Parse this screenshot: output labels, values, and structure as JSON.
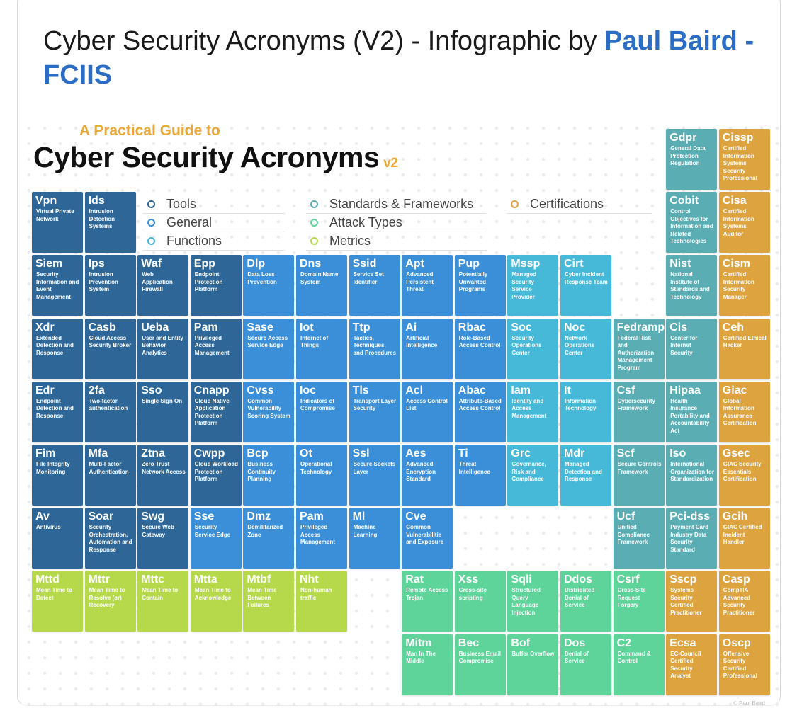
{
  "post": {
    "title": "Cyber Security Acronyms (V2) - Infographic by ",
    "author": "Paul Baird - FCIIS"
  },
  "infographic": {
    "guide": "A Practical Guide to",
    "title": "Cyber Security Acronyms",
    "version": "v2",
    "copyright": "© Paul Baird",
    "legend": [
      {
        "label": "Tools",
        "cat": "T"
      },
      {
        "label": "General",
        "cat": "G"
      },
      {
        "label": "Functions",
        "cat": "F"
      },
      {
        "label": "Standards & Frameworks",
        "cat": "S"
      },
      {
        "label": "Attack Types",
        "cat": "A"
      },
      {
        "label": "Metrics",
        "cat": "M"
      },
      {
        "label": "Certifications",
        "cat": "C"
      }
    ],
    "colors": {
      "T": "#2e6797",
      "G": "#3a8fd8",
      "F": "#46b8d8",
      "S": "#5aadb3",
      "A": "#5ed49a",
      "M": "#b6d94c",
      "C": "#dca33f"
    },
    "rows": [
      [
        null,
        null,
        null,
        null,
        null,
        null,
        null,
        null,
        null,
        null,
        null,
        null,
        [
          "Gdpr",
          "General Data Protection Regulation",
          "S"
        ],
        [
          "Cissp",
          "Certified Information Systems Security Professional",
          "C"
        ]
      ],
      [
        [
          "Vpn",
          "Virtual Private Network",
          "T"
        ],
        [
          "Ids",
          "Intrusion Detection Systems",
          "T"
        ],
        null,
        null,
        null,
        null,
        null,
        null,
        null,
        null,
        null,
        null,
        [
          "Cobit",
          "Control Objectives for Information and Related Technologies",
          "S"
        ],
        [
          "Cisa",
          "Certified Information Systems Auditor",
          "C"
        ]
      ],
      [
        [
          "Siem",
          "Security Information and Event Management",
          "T"
        ],
        [
          "Ips",
          "Intrusion Prevention System",
          "T"
        ],
        [
          "Waf",
          "Web Application Firewall",
          "T"
        ],
        [
          "Epp",
          "Endpoint Protection Platform",
          "T"
        ],
        [
          "Dlp",
          "Data Loss Prevention",
          "G"
        ],
        [
          "Dns",
          "Domain Name System",
          "G"
        ],
        [
          "Ssid",
          "Service Set Identifier",
          "G"
        ],
        [
          "Apt",
          "Advanced Persistent Threat",
          "G"
        ],
        [
          "Pup",
          "Potentially Unwanted Programs",
          "G"
        ],
        [
          "Mssp",
          "Managed Security Service Provider",
          "F"
        ],
        [
          "Cirt",
          "Cyber Incident Response Team",
          "F"
        ],
        null,
        [
          "Nist",
          "National Institute of Standards and Technology",
          "S"
        ],
        [
          "Cism",
          "Certified Information Security Manager",
          "C"
        ]
      ],
      [
        [
          "Xdr",
          "Extended Detection and Response",
          "T"
        ],
        [
          "Casb",
          "Cloud Access Security Broker",
          "T"
        ],
        [
          "Ueba",
          "User and Entity Behavior Analytics",
          "T"
        ],
        [
          "Pam",
          "Privileged Access Management",
          "T"
        ],
        [
          "Sase",
          "Secure Access Service Edge",
          "G"
        ],
        [
          "Iot",
          "Internet of Things",
          "G"
        ],
        [
          "Ttp",
          "Tactics, Techniques, and Procedures",
          "G"
        ],
        [
          "Ai",
          "Artificial Intelligence",
          "G"
        ],
        [
          "Rbac",
          "Role-Based Access Control",
          "G"
        ],
        [
          "Soc",
          "Security Operations Center",
          "F"
        ],
        [
          "Noc",
          "Network Operations Center",
          "F"
        ],
        [
          "Fedramp",
          "Federal Risk and Authorization Management Program",
          "S"
        ],
        [
          "Cis",
          "Center for Internet Security",
          "S"
        ],
        [
          "Ceh",
          "Certified Ethical Hacker",
          "C"
        ]
      ],
      [
        [
          "Edr",
          "Endpoint Detection and Response",
          "T"
        ],
        [
          "2fa",
          "Two-factor authentication",
          "T"
        ],
        [
          "Sso",
          "Single Sign On",
          "T"
        ],
        [
          "Cnapp",
          "Cloud Native Application Protection Platform",
          "T"
        ],
        [
          "Cvss",
          "Common Vulnerability Scoring System",
          "G"
        ],
        [
          "Ioc",
          "Indicators of Compromise",
          "G"
        ],
        [
          "Tls",
          "Transport Layer Security",
          "G"
        ],
        [
          "Acl",
          "Access Control List",
          "G"
        ],
        [
          "Abac",
          "Attribute-Based Access Control",
          "G"
        ],
        [
          "Iam",
          "Identity and Access Management",
          "F"
        ],
        [
          "It",
          "Information Technology",
          "F"
        ],
        [
          "Csf",
          "Cybersecurity Framework",
          "S"
        ],
        [
          "Hipaa",
          "Health Insurance Portability and Accountability Act",
          "S"
        ],
        [
          "Giac",
          "Global Information Assurance Certification",
          "C"
        ]
      ],
      [
        [
          "Fim",
          "File Integrity Monitoring",
          "T"
        ],
        [
          "Mfa",
          "Multi-Factor Authentication",
          "T"
        ],
        [
          "Ztna",
          "Zero Trust Network Access",
          "T"
        ],
        [
          "Cwpp",
          "Cloud Workload Protection Platform",
          "T"
        ],
        [
          "Bcp",
          "Business Continuity Planning",
          "G"
        ],
        [
          "Ot",
          "Operational Technology",
          "G"
        ],
        [
          "Ssl",
          "Secure Sockets Layer",
          "G"
        ],
        [
          "Aes",
          "Advanced Encryption Standard",
          "G"
        ],
        [
          "Ti",
          "Threat Intelligence",
          "G"
        ],
        [
          "Grc",
          "Governance, Risk and Compliance",
          "F"
        ],
        [
          "Mdr",
          "Managed Detection and Response",
          "F"
        ],
        [
          "Scf",
          "Secure Controls Framework",
          "S"
        ],
        [
          "Iso",
          "International Organization for Standardization",
          "S"
        ],
        [
          "Gsec",
          "GIAC Security Essentials Certification",
          "C"
        ]
      ],
      [
        [
          "Av",
          "Antivirus",
          "T"
        ],
        [
          "Soar",
          "Security Orchestration, Automation and Response",
          "T"
        ],
        [
          "Swg",
          "Secure Web Gateway",
          "T"
        ],
        [
          "Sse",
          "Security Service Edge",
          "G"
        ],
        [
          "Dmz",
          "Demilitarized Zone",
          "G"
        ],
        [
          "Pam",
          "Privileged Access Management",
          "G"
        ],
        [
          "Ml",
          "Machine Learning",
          "G"
        ],
        [
          "Cve",
          "Common Vulnerabilitie and Exposure",
          "G"
        ],
        null,
        null,
        null,
        [
          "Ucf",
          "Unified Compliance Framework",
          "S"
        ],
        [
          "Pci-dss",
          "Payment Card Industry Data Security Standard",
          "S"
        ],
        [
          "Gcih",
          "GIAC Certified Incident Handler",
          "C"
        ]
      ],
      [
        [
          "Mttd",
          "Mean Time to Detect",
          "M"
        ],
        [
          "Mttr",
          "Mean Time to Resolve (or) Recovery",
          "M"
        ],
        [
          "Mttc",
          "Mean Time to Contain",
          "M"
        ],
        [
          "Mtta",
          "Mean Time to Acknowledge",
          "M"
        ],
        [
          "Mtbf",
          "Mean Time Between Failures",
          "M"
        ],
        [
          "Nht",
          "Non-human traffic",
          "M"
        ],
        null,
        [
          "Rat",
          "Remote Access Trojan",
          "A"
        ],
        [
          "Xss",
          "Cross-site scripting",
          "A"
        ],
        [
          "Sqli",
          "Structured Query Language Injection",
          "A"
        ],
        [
          "Ddos",
          "Distributed Denial of Service",
          "A"
        ],
        [
          "Csrf",
          "Cross-Site Request Forgery",
          "A"
        ],
        [
          "Sscp",
          "Systems Security Certified Practitioner",
          "C"
        ],
        [
          "Casp",
          "CompTIA Advanced Security Practitioner",
          "C"
        ]
      ],
      [
        null,
        null,
        null,
        null,
        null,
        null,
        null,
        [
          "Mitm",
          "Man In The Middle",
          "A"
        ],
        [
          "Bec",
          "Business Email Compromise",
          "A"
        ],
        [
          "Bof",
          "Buffer Overflow",
          "A"
        ],
        [
          "Dos",
          "Denial of Service",
          "A"
        ],
        [
          "C2",
          "Command & Control",
          "A"
        ],
        [
          "Ecsa",
          "EC-Council Certified Security Analyst",
          "C"
        ],
        [
          "Oscp",
          "Offensive Security Certified Professional",
          "C"
        ]
      ]
    ]
  }
}
